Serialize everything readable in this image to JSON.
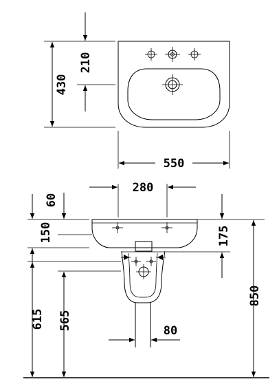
{
  "dimensions": {
    "top_view": {
      "basin_depth": "430",
      "tap_hole_offset": "210",
      "basin_width": "550"
    },
    "front_view": {
      "overflow_offset": "60",
      "basin_height": "150",
      "tap_center_spacing": "280",
      "outlet_drop": "175",
      "rim_height": "850",
      "fixing_height_a": "615",
      "fixing_height_b": "565",
      "pedestal_width": "80"
    }
  }
}
